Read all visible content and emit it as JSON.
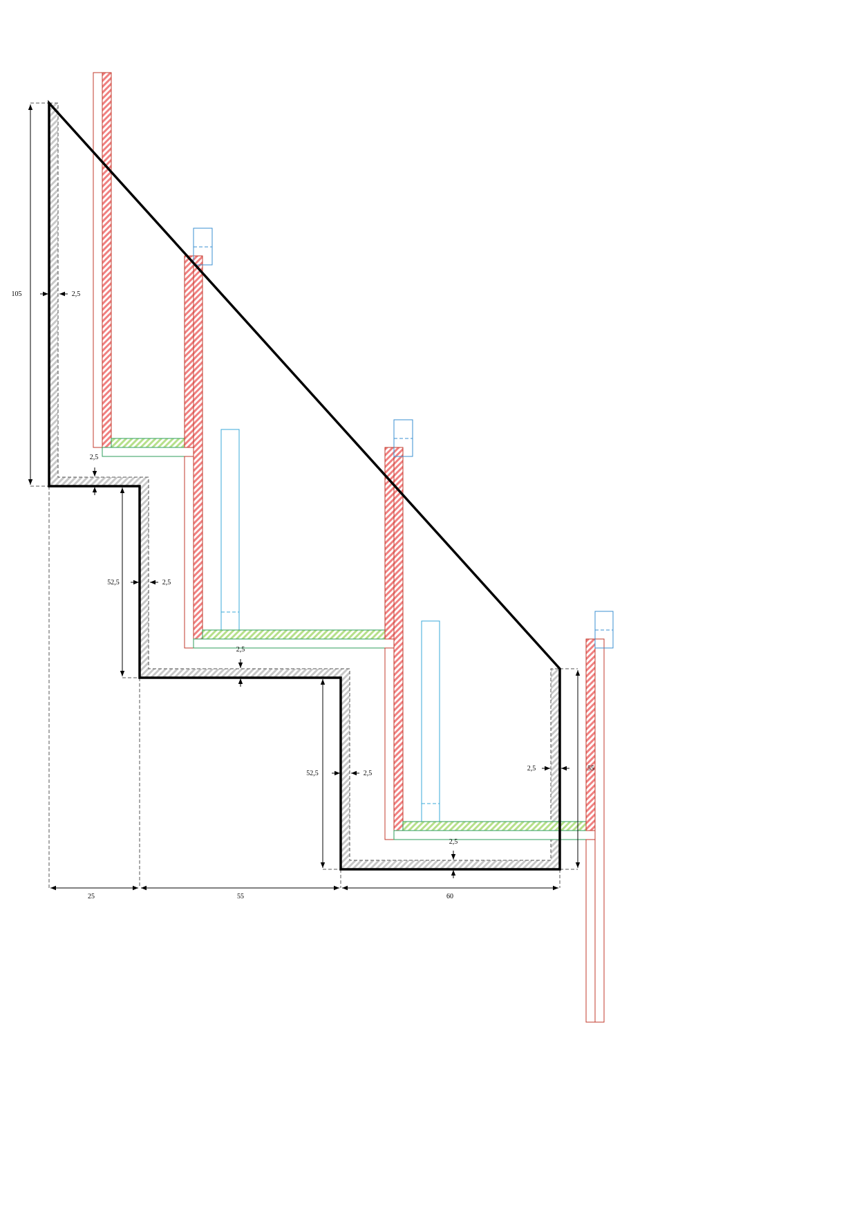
{
  "diagram": {
    "type": "staircase-section",
    "colors": {
      "outline": "#000000",
      "post": "#c0392b",
      "post_hatch": "#f08080",
      "tread": "#2e9e5b",
      "tread_hatch": "#b6e08a",
      "bracket": "#3a8fd0",
      "concrete_hatch": "#c8c8c8"
    },
    "dimensions": {
      "total_height": "105",
      "thickness_top": "2,5",
      "thickness_landing1": "2,5",
      "riser1_height": "52,5",
      "thickness_riser1": "2,5",
      "thickness_step2": "2,5",
      "riser2_height": "52,5",
      "thickness_riser2": "2,5",
      "thickness_right": "2,5",
      "right_height": "55",
      "thickness_bottom": "2,5",
      "width1": "25",
      "width2": "55",
      "width3": "60"
    }
  }
}
